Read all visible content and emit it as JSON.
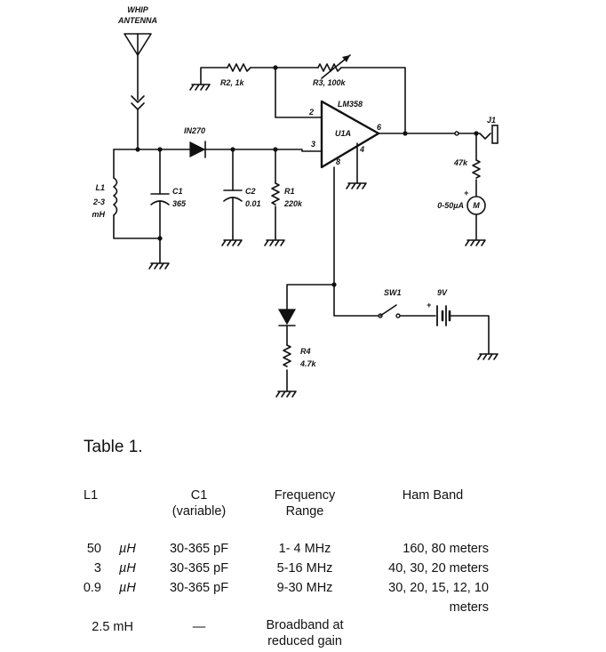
{
  "schematic": {
    "antenna_label_line1": "WHIP",
    "antenna_label_line2": "ANTENNA",
    "l1_ref": "L1",
    "l1_value_line1": "2-3",
    "l1_value_line2": "mH",
    "c1_ref": "C1",
    "c1_value": "365",
    "diode_ref": "IN270",
    "c2_ref": "C2",
    "c2_value": "0.01",
    "r1_ref": "R1",
    "r1_value": "220k",
    "r2_label": "R2, 1k",
    "r3_label": "R3, 100k",
    "opamp_ic": "LM358",
    "opamp_ref": "U1A",
    "pin_in_minus": "2",
    "pin_in_plus": "3",
    "pin_out": "6",
    "pin_gnd": "4",
    "pin_vcc": "8",
    "jack_ref": "J1",
    "meter_resistor": "47k",
    "meter_plus": "+",
    "meter_range": "0-50µA",
    "meter_symbol": "M",
    "switch_ref": "SW1",
    "battery_value": "9V",
    "battery_plus": "+",
    "r4_ref": "R4",
    "r4_value": "4.7k"
  },
  "table": {
    "title": "Table 1.",
    "headers": {
      "l1": "L1",
      "c1_line1": "C1",
      "c1_line2": "(variable)",
      "freq_line1": "Frequency",
      "freq_line2": "Range",
      "band": "Ham Band"
    },
    "rows": [
      {
        "l1_value": "50",
        "l1_unit": "µH",
        "c1": "30-365 pF",
        "freq": "1- 4 MHz",
        "band_line1": "160, 80 meters",
        "band_line2": ""
      },
      {
        "l1_value": "3",
        "l1_unit": "µH",
        "c1": "30-365 pF",
        "freq": "5-16 MHz",
        "band_line1": "40, 30, 20 meters",
        "band_line2": ""
      },
      {
        "l1_value": "0.9",
        "l1_unit": "µH",
        "c1": "30-365 pF",
        "freq": "9-30 MHz",
        "band_line1": "30, 20, 15, 12, 10",
        "band_line2": "meters"
      },
      {
        "l1_value": "2.5 mH",
        "l1_unit": "",
        "c1": "—",
        "freq_line1": "Broadband at",
        "freq_line2": "reduced gain"
      }
    ]
  }
}
